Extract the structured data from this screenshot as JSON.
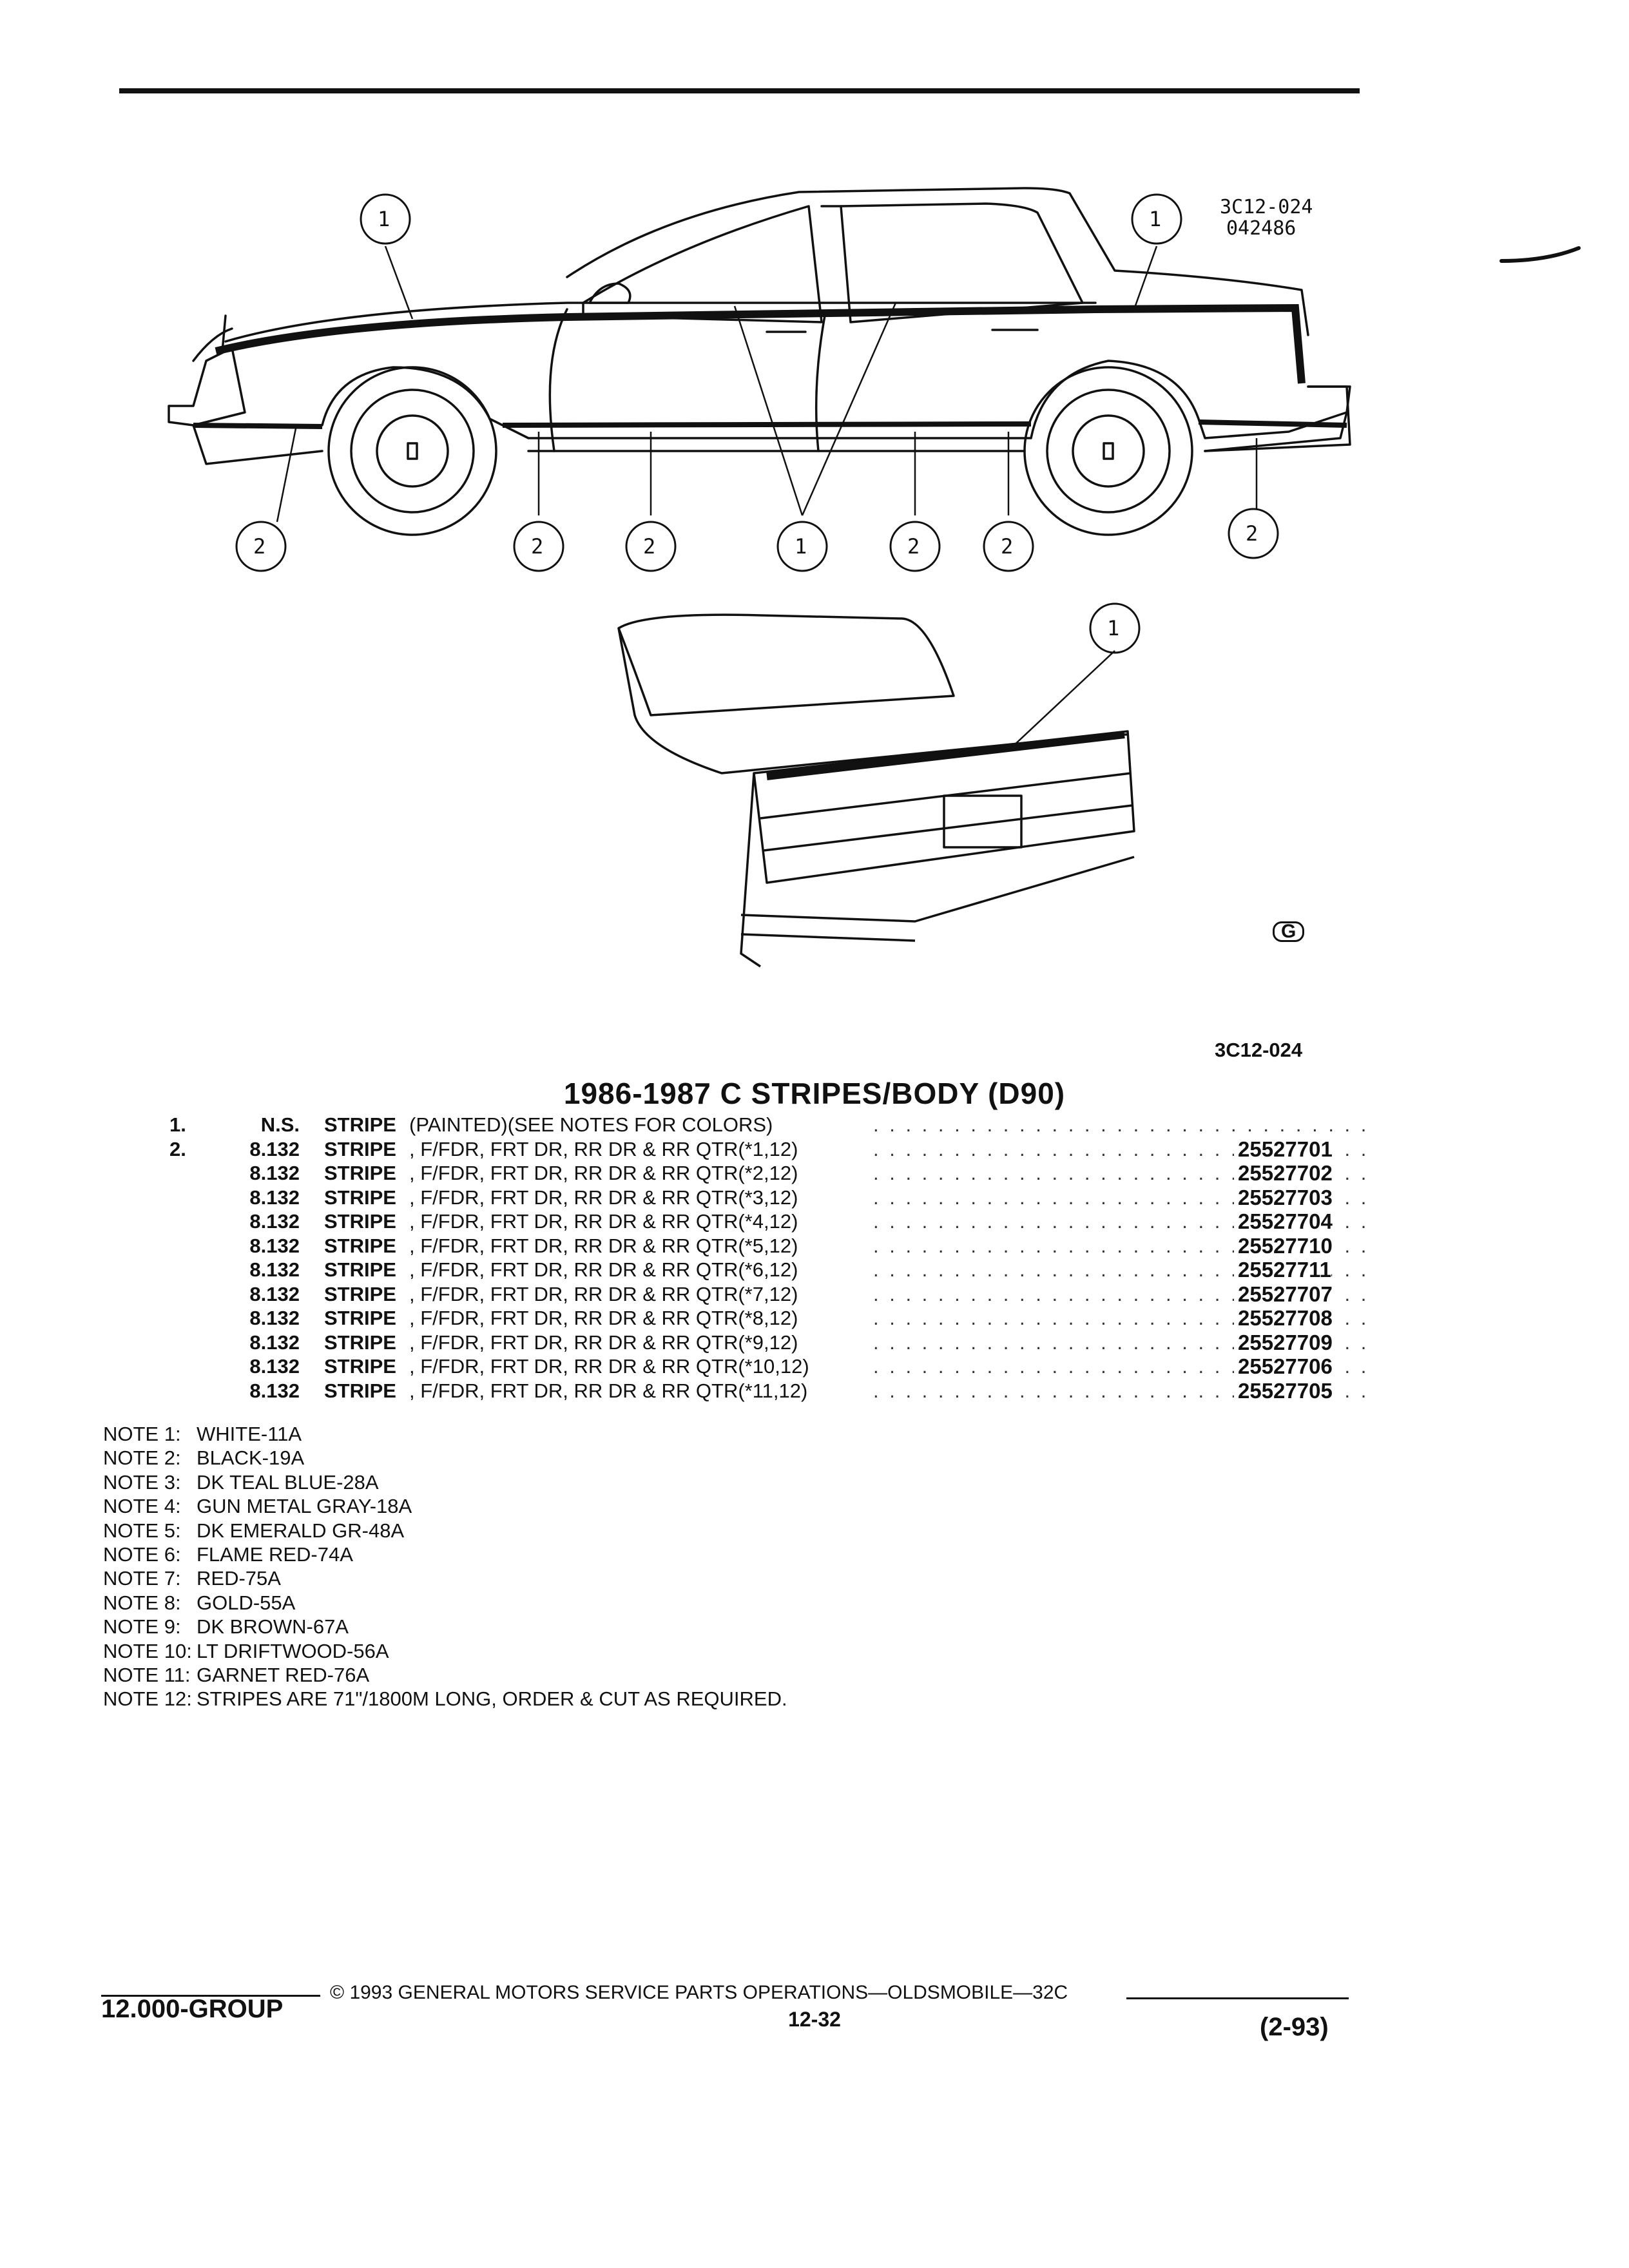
{
  "figure": {
    "ref_top": "3C12-024",
    "ref_date": "042486",
    "ref_bottom": "3C12-024",
    "callouts": {
      "one": "1",
      "two": "2"
    },
    "logo": "G"
  },
  "title": "1986-1987 C STRIPES/BODY (D90)",
  "parts": [
    {
      "num": "1.",
      "code": "N.S.",
      "name": "STRIPE",
      "desc": "(PAINTED)(SEE NOTES FOR COLORS)",
      "pn": ""
    },
    {
      "num": "2.",
      "code": "8.132",
      "name": "STRIPE",
      "desc": ", F/FDR, FRT DR, RR DR & RR QTR(*1,12)",
      "pn": "25527701"
    },
    {
      "num": "",
      "code": "8.132",
      "name": "STRIPE",
      "desc": ", F/FDR, FRT DR, RR DR & RR QTR(*2,12)",
      "pn": "25527702"
    },
    {
      "num": "",
      "code": "8.132",
      "name": "STRIPE",
      "desc": ", F/FDR, FRT DR, RR DR & RR QTR(*3,12)",
      "pn": "25527703"
    },
    {
      "num": "",
      "code": "8.132",
      "name": "STRIPE",
      "desc": ", F/FDR, FRT DR, RR DR & RR QTR(*4,12)",
      "pn": "25527704"
    },
    {
      "num": "",
      "code": "8.132",
      "name": "STRIPE",
      "desc": ", F/FDR, FRT DR, RR DR & RR QTR(*5,12)",
      "pn": "25527710"
    },
    {
      "num": "",
      "code": "8.132",
      "name": "STRIPE",
      "desc": ", F/FDR, FRT DR, RR DR & RR QTR(*6,12)",
      "pn": "25527711"
    },
    {
      "num": "",
      "code": "8.132",
      "name": "STRIPE",
      "desc": ", F/FDR, FRT DR, RR DR & RR QTR(*7,12)",
      "pn": "25527707"
    },
    {
      "num": "",
      "code": "8.132",
      "name": "STRIPE",
      "desc": ", F/FDR, FRT DR, RR DR & RR QTR(*8,12)",
      "pn": "25527708"
    },
    {
      "num": "",
      "code": "8.132",
      "name": "STRIPE",
      "desc": ", F/FDR, FRT DR, RR DR & RR QTR(*9,12)",
      "pn": "25527709"
    },
    {
      "num": "",
      "code": "8.132",
      "name": "STRIPE",
      "desc": ", F/FDR, FRT DR, RR DR & RR QTR(*10,12)",
      "pn": "25527706"
    },
    {
      "num": "",
      "code": "8.132",
      "name": "STRIPE",
      "desc": ", F/FDR, FRT DR, RR DR & RR QTR(*11,12)",
      "pn": "25527705"
    }
  ],
  "notes": [
    {
      "label": "NOTE 1:",
      "text": "WHITE-11A"
    },
    {
      "label": "NOTE 2:",
      "text": "BLACK-19A"
    },
    {
      "label": "NOTE 3:",
      "text": "DK TEAL BLUE-28A"
    },
    {
      "label": "NOTE 4:",
      "text": "GUN METAL GRAY-18A"
    },
    {
      "label": "NOTE 5:",
      "text": "DK EMERALD GR-48A"
    },
    {
      "label": "NOTE 6:",
      "text": "FLAME RED-74A"
    },
    {
      "label": "NOTE 7:",
      "text": "RED-75A"
    },
    {
      "label": "NOTE 8:",
      "text": "GOLD-55A"
    },
    {
      "label": "NOTE 9:",
      "text": "DK BROWN-67A"
    },
    {
      "label": "NOTE 10:",
      "text": "LT DRIFTWOOD-56A"
    },
    {
      "label": "NOTE 11:",
      "text": "GARNET RED-76A"
    },
    {
      "label": "NOTE 12:",
      "text": "STRIPES ARE 71\"/1800M LONG, ORDER & CUT AS REQUIRED."
    }
  ],
  "footer": {
    "group": "12.000-GROUP",
    "copyright": "© 1993 GENERAL MOTORS SERVICE PARTS OPERATIONS—OLDSMOBILE—32C",
    "page": "12-32",
    "date": "(2-93)"
  }
}
